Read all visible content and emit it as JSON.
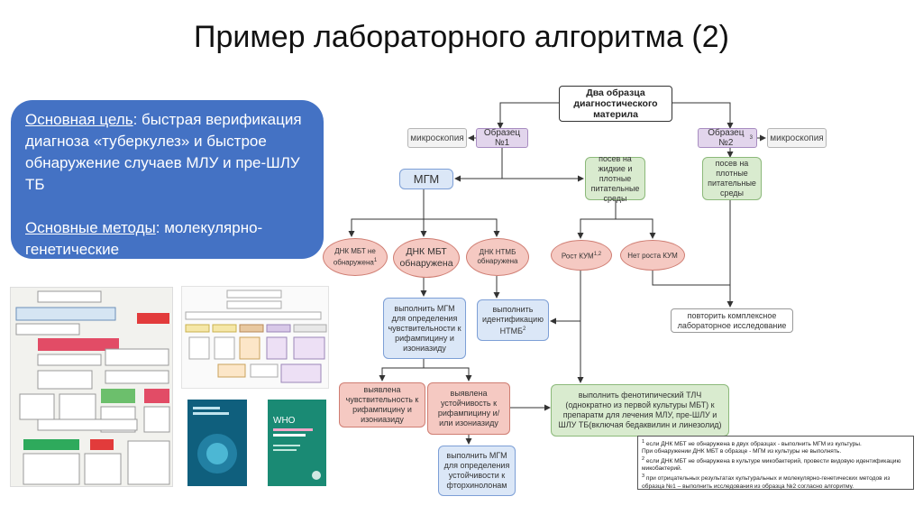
{
  "title": "Пример лабораторного алгоритма (2)",
  "goal": {
    "line1_label": "Основная цель",
    "line1_rest": ": быстрая верификация диагноза «туберкулез» и быстрое обнаружение случаев МЛУ и пре-ШЛУ ТБ",
    "line2_label": "Основные методы",
    "line2_rest": ": молекулярно-генетические"
  },
  "flow": {
    "top": "Два образца диагностического материла",
    "sample1": "Образец №1",
    "sample2_main": "Образец №2",
    "sample2_sup": "3",
    "microscopy1": "микроскопия",
    "microscopy2": "микроскопия",
    "mgm": "МГМ",
    "culture_liquid": "посев на жидкие и плотные питательные среды",
    "culture_solid": "посев на плотные питательные среды",
    "dna_not_found_main": "ДНК МБТ не обнаружена",
    "dna_not_found_sup": "1",
    "dna_found": "ДНК МБТ обнаружена",
    "dna_ntmb": "ДНК НТМБ обнаружена",
    "growth_main": "Рост КУМ",
    "growth_sup": "1,2",
    "no_growth": "Нет роста КУМ",
    "mgm_rif": "выполнить МГМ для определения чувствительности к рифампицину и изониазиду",
    "identify_main": "выполнить идентификацию НТМБ",
    "identify_sup": "2",
    "repeat": "повторить комплексное лабораторное исследование",
    "sensitive": "выявлена чувствительность к рифампицину и изониазиду",
    "resistant": "выявлена устойчивость к рифампицину и/или изониазиду",
    "dst": "выполнить фенотипический ТЛЧ (однократно из первой культуры МБТ) к препаратм для лечения МЛУ, пре-ШЛУ и ШЛУ ТБ(включая бедаквилин и линезолид)",
    "fq": "выполнить МГМ для определения устойчивости к фторхинолонам"
  },
  "notes": {
    "n1_sup": "1",
    "n1": " если ДНК МБТ не обнаружена в двух образцах - выполнить МГМ из культуры.",
    "n1b": "При обнаружении ДНК МБТ в образце - МГМ из культуры не выполнять.",
    "n2_sup": "2",
    "n2": " если ДНК МБТ не обнаружена в культуре микобактерий, провести видовую идентификацию микобактерий.",
    "n3_sup": "3",
    "n3": " при отрицательных результатах культуральных и молекулярно-генетических методов из образца №1 – выполнить исследования из образца №2 согласно алгоритму."
  },
  "thumbnails": {
    "t4_text": "WHO"
  },
  "colors": {
    "goal_bg": "#4472c4",
    "purple": "#e2d5ec",
    "green": "#d9ebcf",
    "blue": "#dbe7f7",
    "red": "#f5c9c2"
  }
}
